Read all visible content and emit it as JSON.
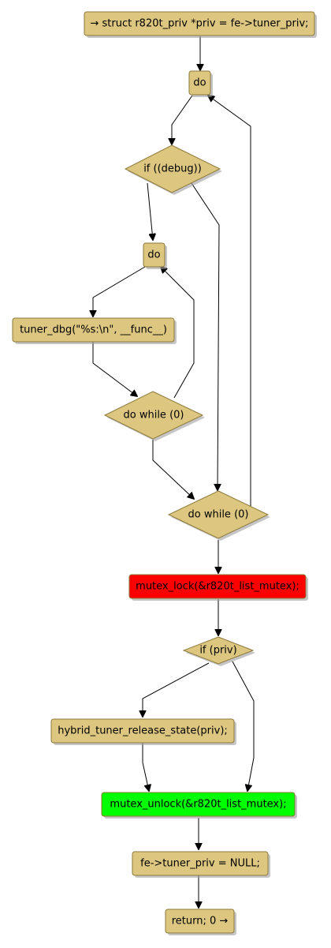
{
  "nodes": {
    "entry": {
      "text": "→ struct r820t_priv *priv = fe->tuner_priv;",
      "fill": "#dcc680"
    },
    "do_outer": {
      "text": "do",
      "fill": "#dcc680"
    },
    "if_debug": {
      "text": "if ((debug))",
      "fill": "#dcc680"
    },
    "do_inner": {
      "text": "do",
      "fill": "#dcc680"
    },
    "tuner_dbg": {
      "text": "tuner_dbg(\"%s:\\n\", __func__)",
      "fill": "#dcc680"
    },
    "while_inner": {
      "text": "do while (0)",
      "fill": "#dcc680"
    },
    "while_outer": {
      "text": "do while (0)",
      "fill": "#dcc680"
    },
    "mutex_lock": {
      "text": "mutex_lock(&r820t_list_mutex);",
      "fill": "#ff0000"
    },
    "if_priv": {
      "text": "if (priv)",
      "fill": "#dcc680"
    },
    "release": {
      "text": "hybrid_tuner_release_state(priv);",
      "fill": "#dcc680"
    },
    "mutex_unlock": {
      "text": "mutex_unlock(&r820t_list_mutex);",
      "fill": "#00ff00"
    },
    "null_assign": {
      "text": "fe->tuner_priv = NULL;",
      "fill": "#dcc680"
    },
    "return": {
      "text": "return; 0 →",
      "fill": "#dcc680"
    }
  }
}
